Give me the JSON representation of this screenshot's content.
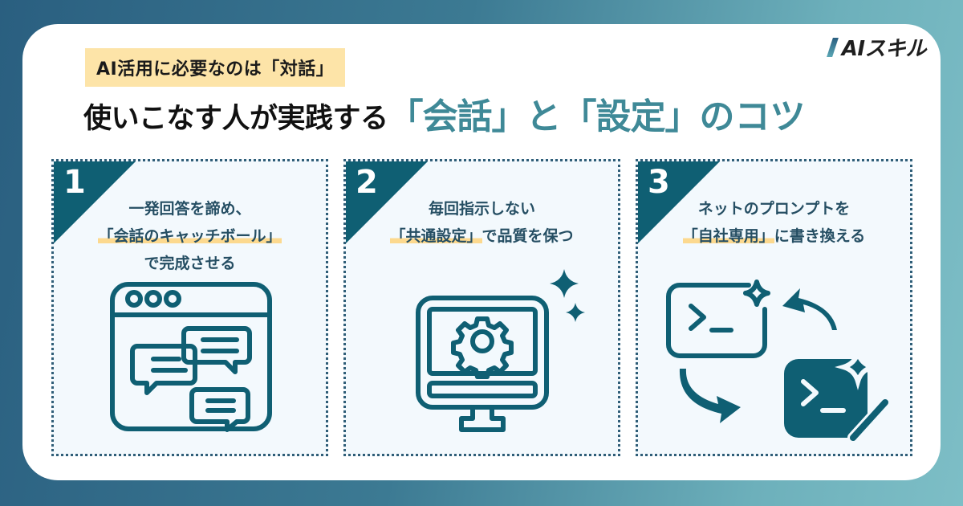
{
  "header": {
    "subtitle": "AI活用に必要なのは「対話」",
    "title_prefix": "使いこなす人が実践する",
    "title_q1": "「会話」",
    "title_mid": "と",
    "title_q2": "「設定」",
    "title_suffix": "のコツ"
  },
  "logo": {
    "text": "AIスキル"
  },
  "colors": {
    "accent_teal": "#3f8997",
    "dark_teal": "#0f5f73",
    "highlight_yellow": "#fcd98f",
    "subtitle_bg": "#fde4a8",
    "panel_bg": "#f3f9fd"
  },
  "tips": [
    {
      "number": "1",
      "line1": "一発回答を諦め、",
      "line2_highlight": "「会話のキャッチボール」",
      "line2_rest": "",
      "line3": "で完成させる",
      "icon": "browser-chat-icon"
    },
    {
      "number": "2",
      "line1": "毎回指示しない",
      "line2_highlight": "「共通設定」",
      "line2_rest": "で品質を保つ",
      "line3": "",
      "icon": "monitor-gear-icon"
    },
    {
      "number": "3",
      "line1": "ネットのプロンプトを",
      "line2_highlight": "「自社専用」",
      "line2_rest": "に書き換える",
      "line3": "",
      "icon": "prompt-rewrite-icon"
    }
  ]
}
